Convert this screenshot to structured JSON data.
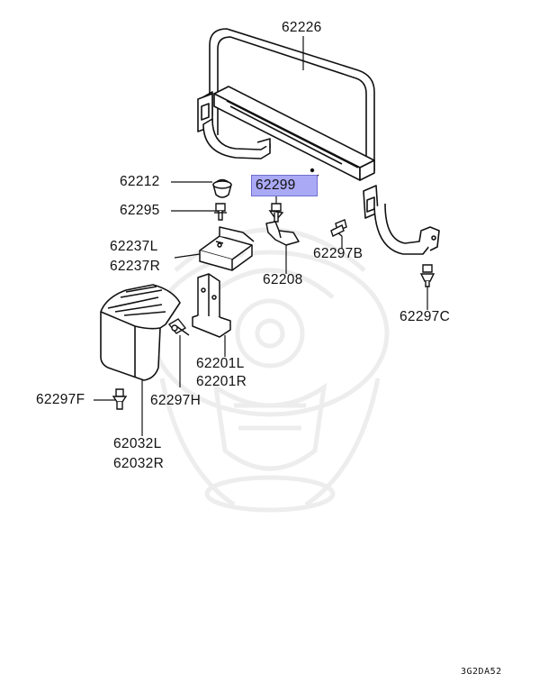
{
  "highlight_color": "#a9a9f5",
  "labels": {
    "p62226": "62226",
    "p62212": "62212",
    "p62299": "62299",
    "p62295": "62295",
    "p62237L": "62237L",
    "p62237R": "62237R",
    "p62297B": "62297B",
    "p62208": "62208",
    "p62297C": "62297C",
    "p62201L": "62201L",
    "p62201R": "62201R",
    "p62297F": "62297F",
    "p62297H": "62297H",
    "p62032L": "62032L",
    "p62032R": "62032R"
  },
  "diagram_code": "3G2DA52"
}
